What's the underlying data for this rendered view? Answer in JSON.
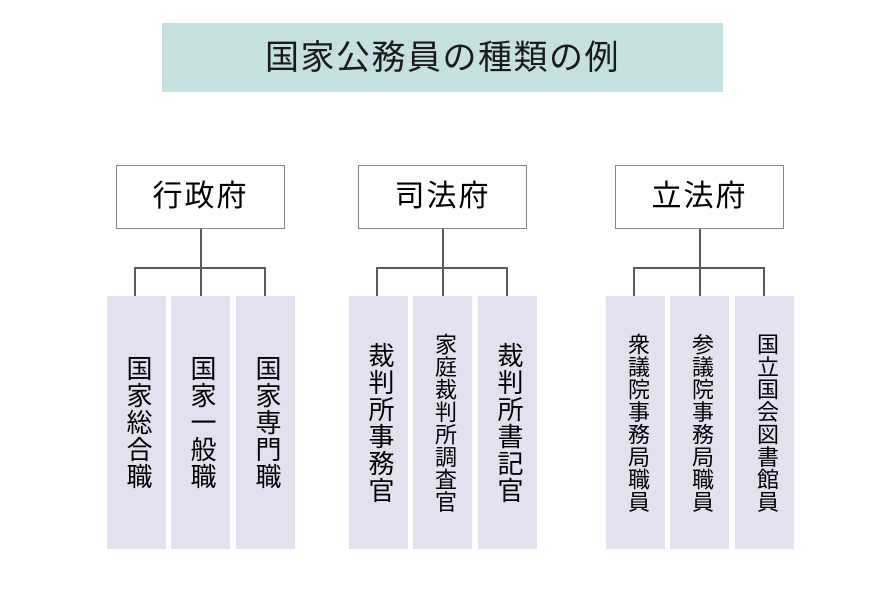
{
  "title": {
    "text": "国家公務員の種類の例",
    "banner_color": "#c4e0e1"
  },
  "colors": {
    "banner": "#c4e0e1",
    "leaf_box": "#e3e1ef",
    "head_border": "#848484",
    "connector": "#5a5a63",
    "background": "#ffffff",
    "text": "#000000"
  },
  "chart_data": {
    "type": "diagram",
    "diagram_kind": "organization-tree",
    "title": "国家公務員の種類の例",
    "orientation": "top-down",
    "text_orientation": "vertical",
    "groups": [
      {
        "id": "group-administrative",
        "header": "行政府",
        "children": [
          "国家総合職",
          "国家一般職",
          "国家専門職"
        ]
      },
      {
        "id": "group-judicial",
        "header": "司法府",
        "children": [
          "裁判所事務官",
          "家庭裁判所調査官",
          "裁判所書記官"
        ]
      },
      {
        "id": "group-legislative",
        "header": "立法府",
        "children": [
          "衆議院事務局職員",
          "参議院事務局職員",
          "国立国会図書館員"
        ]
      }
    ]
  },
  "groups": [
    {
      "header": "行政府",
      "children": [
        {
          "label": "国家総合職",
          "size": "normal"
        },
        {
          "label": "国家一般職",
          "size": "normal"
        },
        {
          "label": "国家専門職",
          "size": "normal"
        }
      ]
    },
    {
      "header": "司法府",
      "children": [
        {
          "label": "裁判所事務官",
          "size": "normal"
        },
        {
          "label": "家庭裁判所調査官",
          "size": "small"
        },
        {
          "label": "裁判所書記官",
          "size": "normal"
        }
      ]
    },
    {
      "header": "立法府",
      "children": [
        {
          "label": "衆議院事務局職員",
          "size": "small"
        },
        {
          "label": "参議院事務局職員",
          "size": "small"
        },
        {
          "label": "国立国会図書館員",
          "size": "small"
        }
      ]
    }
  ]
}
